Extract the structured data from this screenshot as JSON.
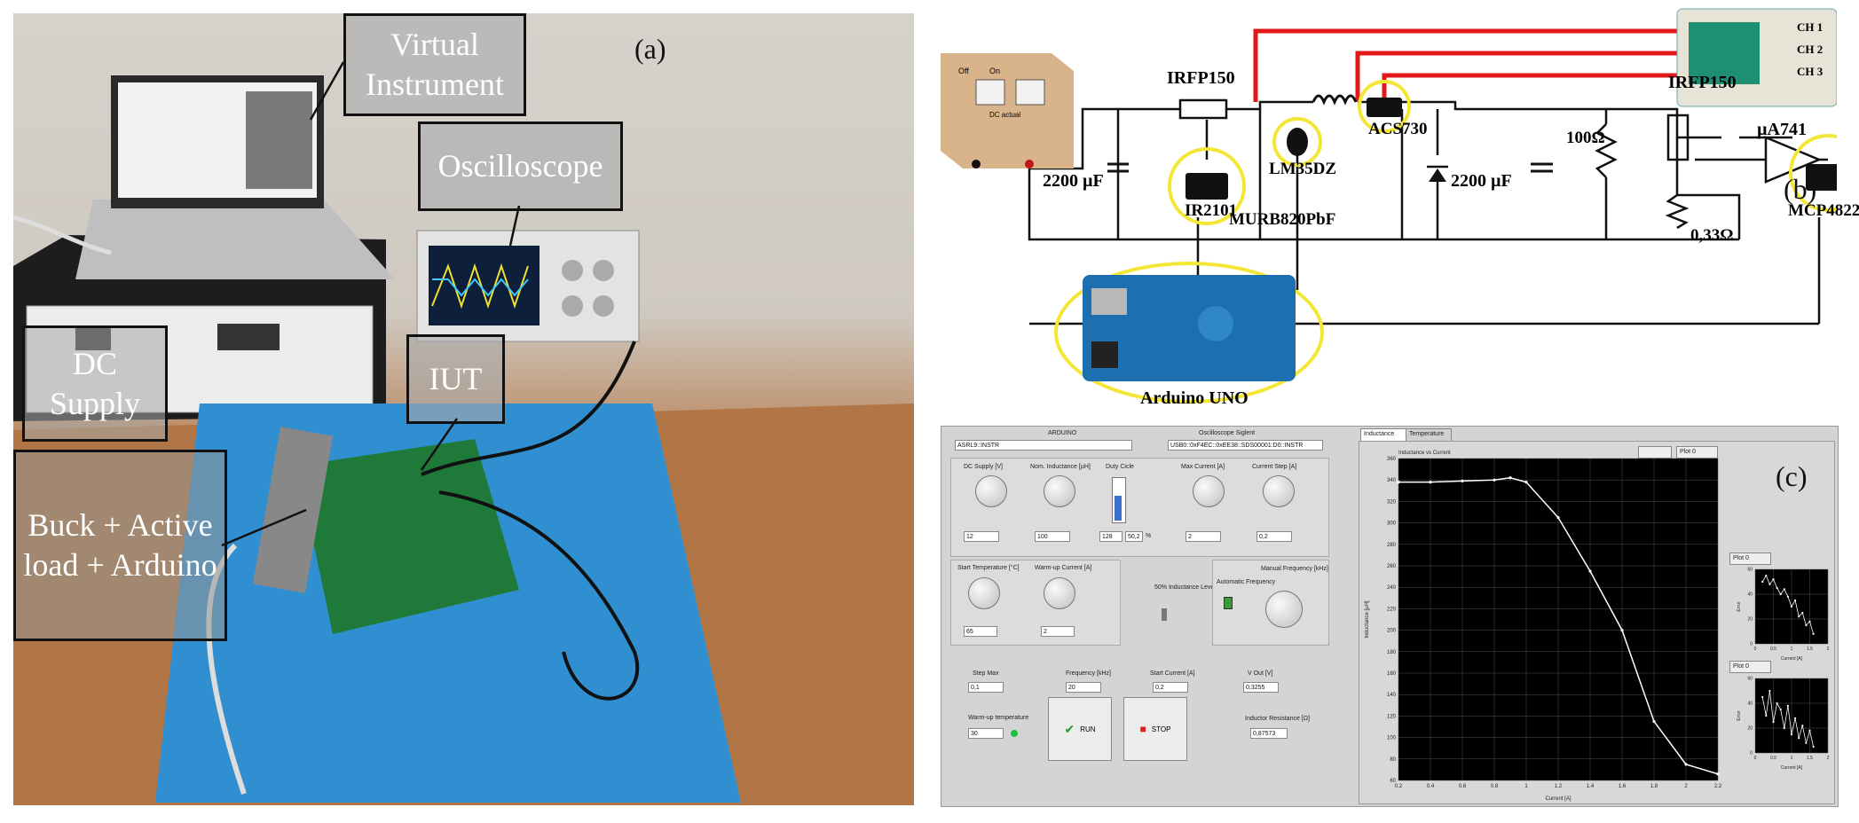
{
  "panel_labels": {
    "a": "(a)",
    "b": "(b)",
    "c": "(c)"
  },
  "photo_callouts": {
    "virtual_instrument": "Virtual Instrument",
    "oscilloscope": "Oscilloscope",
    "dc_supply": "DC Supply",
    "iut": "IUT",
    "buck": "Buck + Active load + Arduino"
  },
  "schematic": {
    "supply_label": "DC actual",
    "supply_switch_off": "Off",
    "supply_switch_on": "On",
    "mosfet_high": "IRFP150",
    "mosfet_low": "IRFP150",
    "cap_in": "2200 µF",
    "cap_out": "2200 µF",
    "driver": "IR2101",
    "temp_sensor": "LM35DZ",
    "current_sensor": "ACS730",
    "diode": "MURB820PbF",
    "resistor_load": "100Ω",
    "resistor_shunt": "0,33Ω",
    "opamp": "µA741",
    "dac": "MCP4822",
    "mcu": "Arduino UNO",
    "scope_channels": [
      "CH 1",
      "CH 2",
      "CH 3"
    ]
  },
  "vi": {
    "arduino_header": "ARDUINO",
    "arduino_value": "ASRL9::INSTR",
    "scope_header": "Oscilloscope Siglent",
    "scope_value": "USB0::0xF4EC::0xEE38::SDS00001:D0::INSTR",
    "tabs": [
      "Inductance",
      "Temperature"
    ],
    "controls": {
      "dc_supply": {
        "label": "DC Supply [V]",
        "value": "12"
      },
      "nom_inductance": {
        "label": "Nom. Inductance [µH]",
        "value": "100"
      },
      "duty_cycle": {
        "label": "Duty Cicle",
        "value1": "128",
        "value2": "50,2",
        "unit": "%"
      },
      "max_current": {
        "label": "Max Current [A]",
        "value": "2"
      },
      "current_step": {
        "label": "Current Step [A]",
        "value": "0,2"
      },
      "start_temp": {
        "label": "Start Temperature [°C]",
        "value": "65"
      },
      "warmup_current": {
        "label": "Warm-up Current [A]",
        "value": "2"
      },
      "inductance_level": {
        "label": "50% Inductance Level"
      },
      "auto_freq": {
        "label": "Automatic Frequency"
      },
      "manual_freq": {
        "label": "Manual Frequency [kHz]"
      },
      "step_max": {
        "label": "Step Max",
        "value": "0,1"
      },
      "frequency": {
        "label": "Frequency [kHz]",
        "value": "20"
      },
      "start_current": {
        "label": "Start Current [A]",
        "value": "0,2"
      },
      "v_out": {
        "label": "V Out [V]",
        "value": "0,3255"
      },
      "warmup_temp": {
        "label": "Warm-up temperature",
        "value": "30"
      },
      "inductor_resistance": {
        "label": "Inductor Resistance [Ω]",
        "value": "0,87573"
      }
    },
    "run_label": "RUN",
    "stop_label": "STOP",
    "plot_legend": "Plot 0"
  },
  "chart_data": [
    {
      "type": "line",
      "title": "Inductance vs Current",
      "xlabel": "Current [A]",
      "ylabel": "Inductance [µH]",
      "xlim": [
        0.2,
        2.2
      ],
      "ylim": [
        60,
        360
      ],
      "xticks": [
        "0.2",
        "0.4",
        "0.6",
        "0.8",
        "1",
        "1.2",
        "1.4",
        "1.6",
        "1.8",
        "2",
        "2.2"
      ],
      "yticks": [
        "60",
        "80",
        "100",
        "120",
        "140",
        "160",
        "180",
        "200",
        "220",
        "240",
        "260",
        "280",
        "300",
        "320",
        "340",
        "360"
      ],
      "grid": true,
      "series": [
        {
          "x": [
            0.2,
            0.4,
            0.6,
            0.8,
            0.9,
            1.0,
            1.2,
            1.4,
            1.6,
            1.8,
            2.0,
            2.2
          ],
          "y": [
            338,
            338,
            339,
            340,
            342,
            338,
            305,
            255,
            200,
            115,
            75,
            66
          ]
        }
      ]
    },
    {
      "type": "scatter",
      "title": "",
      "xlabel": "Current [A]",
      "ylabel": "Error",
      "xlim": [
        0,
        2
      ],
      "ylim": [
        0,
        60
      ],
      "xticks": [
        "0",
        "0.5",
        "1",
        "1.5",
        "2"
      ],
      "yticks": [
        "0",
        "20",
        "40",
        "60"
      ],
      "series": [
        {
          "x": [
            0.2,
            0.3,
            0.4,
            0.5,
            0.6,
            0.7,
            0.8,
            0.9,
            1.0,
            1.1,
            1.2,
            1.3,
            1.4,
            1.5,
            1.6
          ],
          "y": [
            50,
            55,
            48,
            52,
            45,
            40,
            44,
            38,
            30,
            35,
            22,
            25,
            15,
            18,
            8
          ]
        }
      ]
    },
    {
      "type": "scatter",
      "title": "",
      "xlabel": "Current [A]",
      "ylabel": "Error",
      "xlim": [
        0,
        2
      ],
      "ylim": [
        0,
        60
      ],
      "xticks": [
        "0",
        "0.5",
        "1",
        "1.5",
        "2"
      ],
      "yticks": [
        "0",
        "20",
        "40",
        "60"
      ],
      "series": [
        {
          "x": [
            0.2,
            0.3,
            0.4,
            0.5,
            0.6,
            0.7,
            0.8,
            0.9,
            1.0,
            1.1,
            1.2,
            1.3,
            1.4,
            1.5,
            1.6
          ],
          "y": [
            45,
            30,
            50,
            25,
            40,
            35,
            20,
            38,
            15,
            28,
            12,
            22,
            8,
            18,
            5
          ]
        }
      ]
    }
  ]
}
